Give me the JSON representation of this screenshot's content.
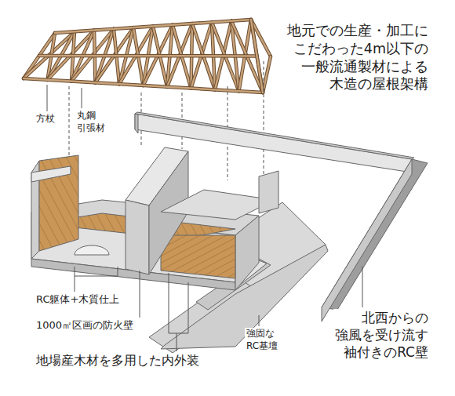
{
  "diagram": {
    "labels": [
      "地元での生産・加工に こだわった4m以下の 一般流通製材による 木造の屋根架構",
      "方杖",
      "丸鋼 引張材",
      "RC躯体+木質仕上",
      "1000㎡区画の防火壁",
      "地場産木材を多用した内外装",
      "強固な RC基壇",
      "北西からの 強風を受け流す 袖付きのRC壁"
    ]
  }
}
